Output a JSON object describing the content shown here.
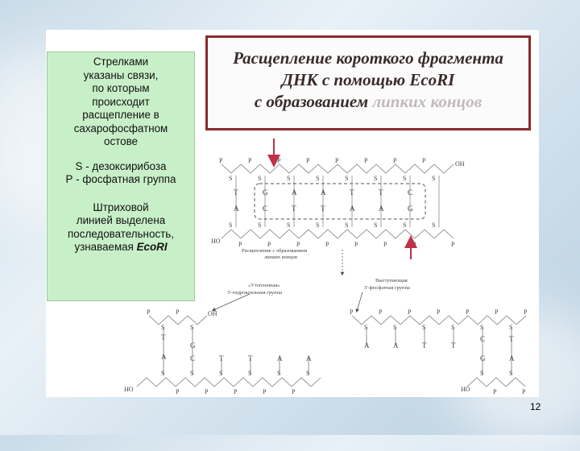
{
  "note": {
    "paragraph1": "Стрелками\nуказаны связи,\nпо которым\nпроисходит\nрасщепление в\nсахарофосфатном\nостове",
    "line_s": "S - дезоксирибоза",
    "line_p": "Р - фосфатная группа",
    "paragraph3_main": "Штриховой\nлинией выделена\nпоследовательность,\nузнаваемая ",
    "paragraph3_enzyme": "EcoRI"
  },
  "title": {
    "line1": "Расщепление короткого фрагмента",
    "line2": "ДНК  с помощью EcoRI",
    "line3_main": "с образованием ",
    "line3_faded": "липких концов"
  },
  "diagram": {
    "top_seq": [
      "",
      "G",
      "A",
      "A",
      "T",
      "T",
      "C",
      ""
    ],
    "top_seq_outer": [
      "T",
      "A"
    ],
    "bottom_seq": [
      "C",
      "T",
      "T",
      "A",
      "A",
      "G"
    ],
    "ho_label": "HO",
    "oh_label": "OH",
    "p_label": "P",
    "s_label": "S",
    "label_cleavage": "Расщепление с образованием\nлипких концов",
    "label_recessed": "«Утопленная»\n3'-гидроксильная группа",
    "label_protruding": "Выступающая\n3'-фосфатная группа",
    "left_fragment_top": [
      "T",
      "G"
    ],
    "left_fragment_bottom": [
      "A",
      "C",
      "T",
      "T",
      "A",
      "A"
    ],
    "right_fragment_top": [
      "A",
      "A",
      "T",
      "T",
      "C",
      "T"
    ],
    "right_fragment_bottom": [
      "G",
      "A"
    ]
  },
  "page_number": "12",
  "colors": {
    "title_border": "#8a2a2a",
    "note_bg": "#c8f0c8",
    "arrow_red": "#c0304a"
  }
}
